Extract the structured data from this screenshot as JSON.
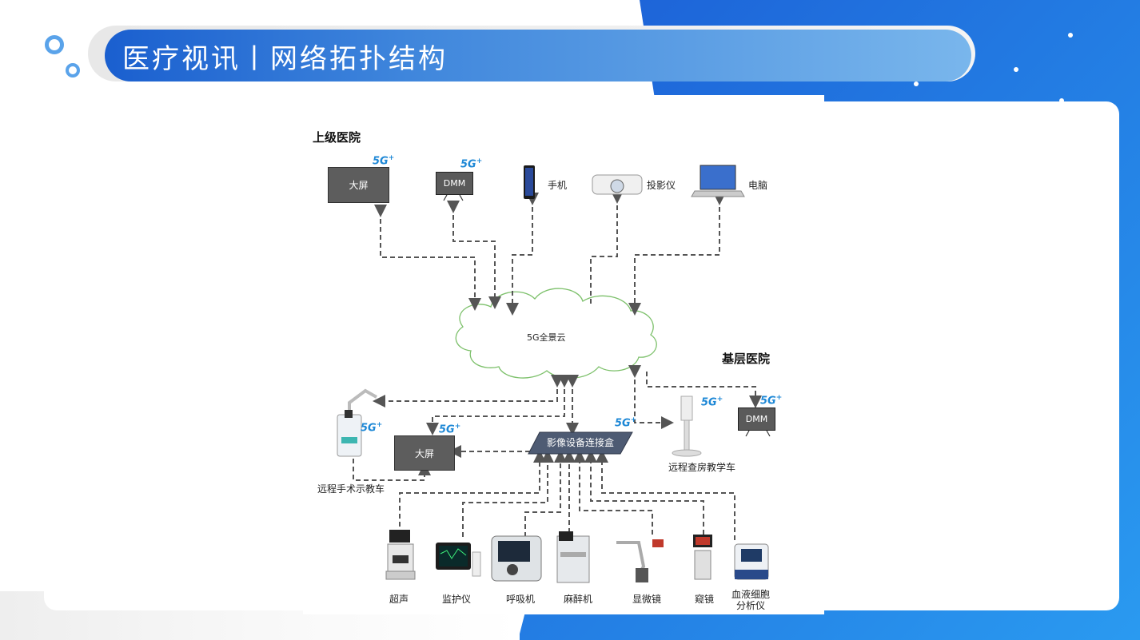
{
  "header": {
    "title": "医疗视讯丨网络拓扑结构"
  },
  "diagram": {
    "sections": {
      "upper_hospital": "上级医院",
      "grassroots_hospital": "基层医院"
    },
    "network_tag": "5G",
    "network_tag_plus": "+",
    "cloud_label": "5G全景云",
    "hub_label": "影像设备连接盒",
    "upper_devices": {
      "big_screen": "大屏",
      "dmm": "DMM",
      "phone": "手机",
      "projector": "投影仪",
      "computer": "电脑"
    },
    "lower_devices": {
      "surgery_cart": "远程手术示教车",
      "big_screen": "大屏",
      "ward_cart": "远程查房教学车",
      "dmm": "DMM"
    },
    "medical_devices": [
      "超声",
      "监护仪",
      "呼吸机",
      "麻醉机",
      "显微镜",
      "窥镜",
      "血液细胞",
      "分析仪"
    ]
  },
  "colors": {
    "title_bar_start": "#1a5fcf",
    "title_bar_end": "#79b6ec",
    "background_blue": "#1e6fe0",
    "cloud_stroke": "#7cc06a",
    "arrow": "#555555",
    "hub_fill": "#4e5b73",
    "five_g": "#1e88d6"
  }
}
